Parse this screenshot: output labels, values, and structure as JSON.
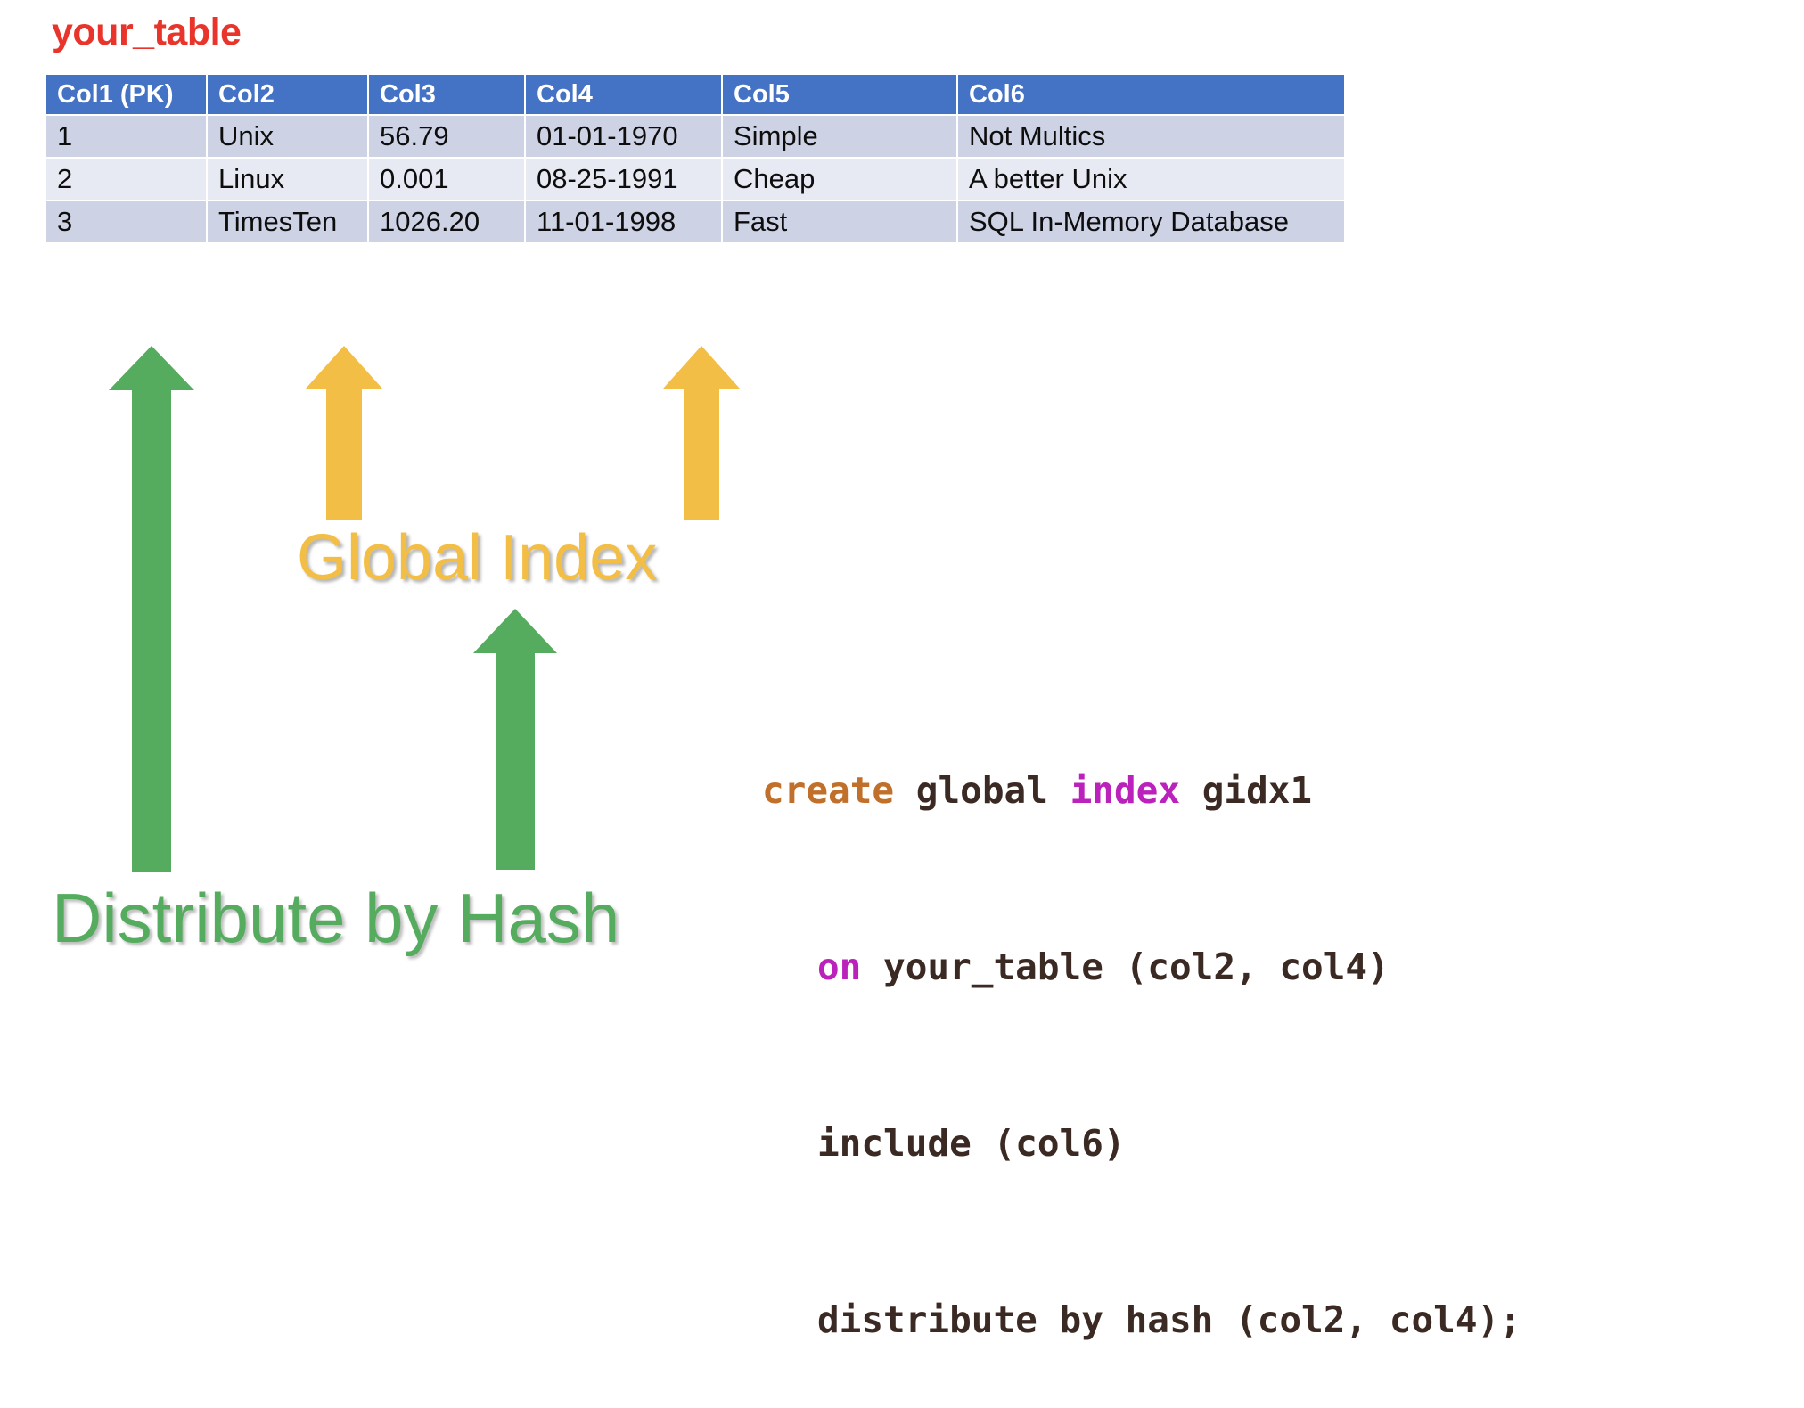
{
  "slide": {
    "title": "your_table",
    "title_color": "#E8342A",
    "background": "#ffffff"
  },
  "table": {
    "name": "your_table",
    "header_bg": "#4472C4",
    "row_bg_odd": "#CDD2E4",
    "row_bg_even": "#E8EAF3",
    "columns": [
      "Col1 (PK)",
      "Col2",
      "Col3",
      "Col4",
      "Col5",
      "Col6"
    ],
    "rows": [
      [
        "1",
        "Unix",
        "56.79",
        "01-01-1970",
        "Simple",
        "Not Multics"
      ],
      [
        "2",
        "Linux",
        "0.001",
        "08-25-1991",
        "Cheap",
        "A better Unix"
      ],
      [
        "3",
        "TimesTen",
        "1026.20",
        "11-01-1998",
        "Fast",
        "SQL In-Memory Database"
      ]
    ]
  },
  "annotations": {
    "global_index": {
      "label": "Global Index",
      "color": "#F3BE45",
      "arrow_icon": "up-arrow-icon",
      "targets": [
        "Col2",
        "Col4"
      ]
    },
    "distribute_by_hash": {
      "label": "Distribute by Hash",
      "color": "#55AC5F",
      "arrow_icon": "up-arrow-icon",
      "targets": [
        "Col1 (PK)",
        "Col4"
      ]
    }
  },
  "sql": {
    "lines": [
      [
        {
          "text": "create",
          "kind": "create"
        },
        {
          "text": " global ",
          "kind": "plain"
        },
        {
          "text": "index",
          "kind": "keyword"
        },
        {
          "text": " gidx1",
          "kind": "plain"
        }
      ],
      [
        {
          "text": "on",
          "kind": "keyword"
        },
        {
          "text": " your_table (col2, col4)",
          "kind": "plain"
        }
      ],
      [
        {
          "text": "include (col6)",
          "kind": "plain"
        }
      ],
      [
        {
          "text": "distribute by hash (col2, col4);",
          "kind": "plain"
        }
      ]
    ],
    "colors": {
      "create": "#C0702A",
      "keyword": "#BB22BB",
      "plain": "#3B2A23"
    }
  }
}
